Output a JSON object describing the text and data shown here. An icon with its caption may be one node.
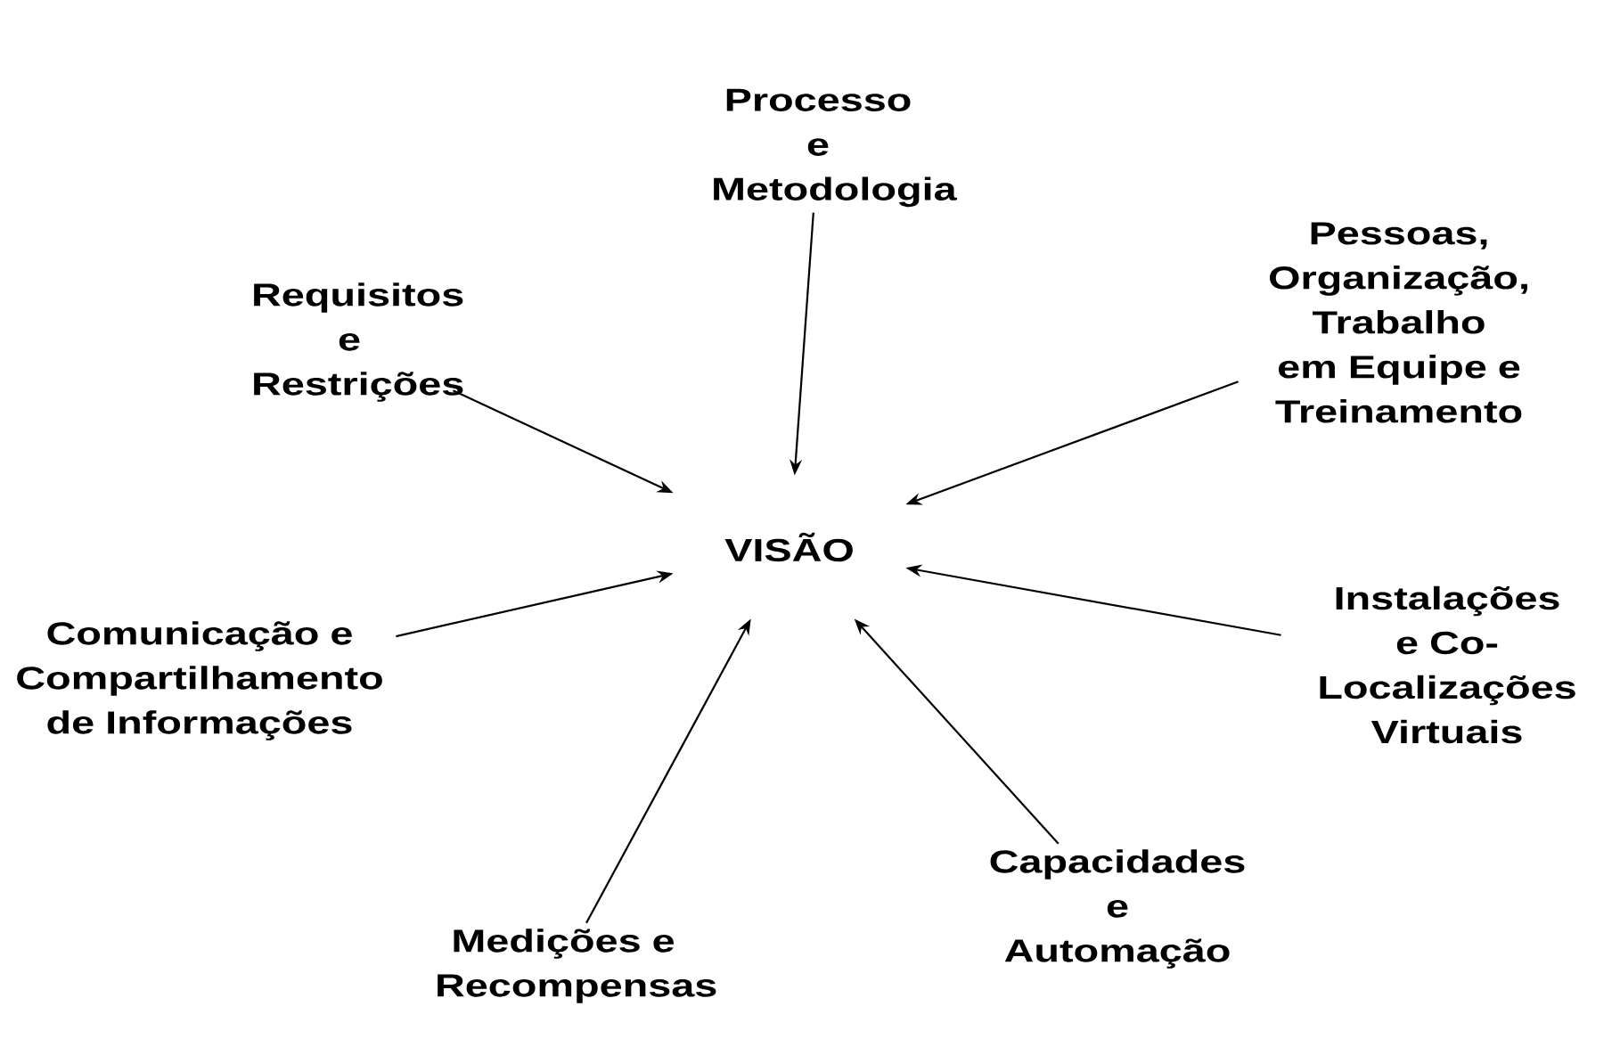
{
  "diagram": {
    "nodes": [
      {
        "text": [
          "Processo e Metodologia"
        ]
      },
      {
        "text": [
          "Pessoas, Organização, Trabalho em Equipe e Treinamento"
        ]
      },
      {
        "text": [
          "Requisitos e Restrições"
        ]
      },
      {
        "text": [
          "VISÃO"
        ]
      },
      {
        "text": [
          "Comunicação e Compartilhamento de Informações"
        ]
      },
      {
        "text": [
          "Instalações e Co-Localizações Virtuais"
        ]
      },
      {
        "text": [
          "Capacidades e Automação"
        ]
      },
      {
        "text": [
          "Medições e Recompensas"
        ]
      }
    ],
    "edges": [
      {
        "from": 0,
        "to": 3,
        "arrow": "to"
      },
      {
        "from": 1,
        "to": 3,
        "arrow": "to"
      },
      {
        "from": 2,
        "to": 3,
        "arrow": "to"
      },
      {
        "from": 4,
        "to": 3,
        "arrow": "to"
      },
      {
        "from": 5,
        "to": 3,
        "arrow": "to"
      },
      {
        "from": 6,
        "to": 3,
        "arrow": "to"
      },
      {
        "from": 7,
        "to": 3,
        "arrow": "to"
      }
    ]
  }
}
